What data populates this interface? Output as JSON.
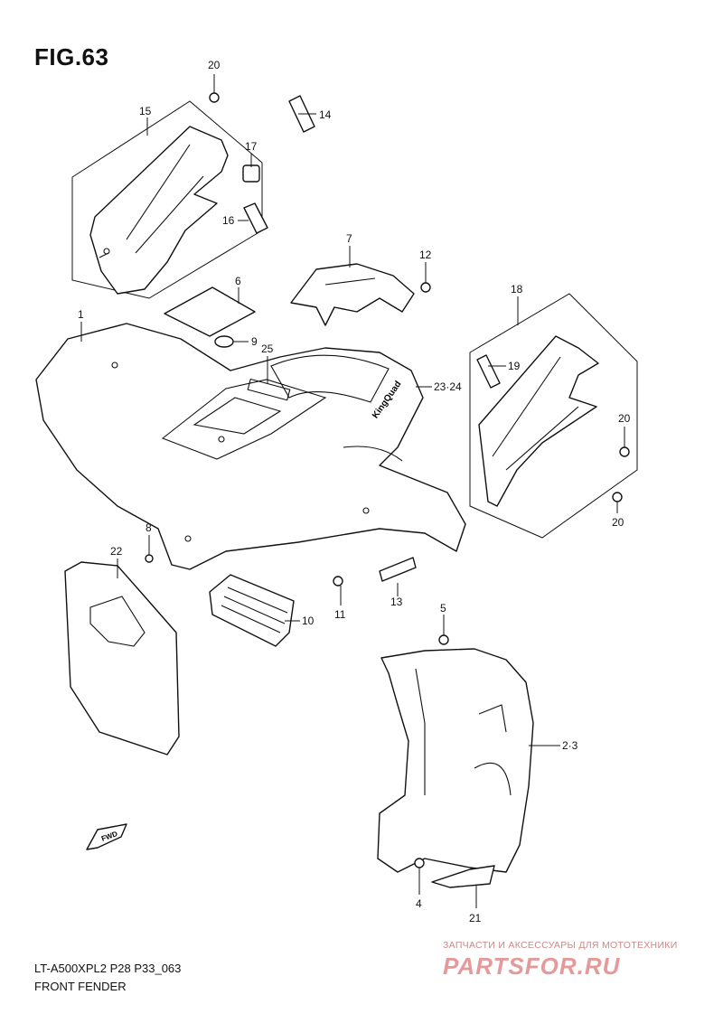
{
  "figure": {
    "title": "FIG.63",
    "model_code": "LT-A500XPL2 P28 P33_063",
    "name": "FRONT FENDER"
  },
  "callouts": [
    "20",
    "15",
    "14",
    "17",
    "16",
    "7",
    "12",
    "6",
    "18",
    "1",
    "9",
    "25",
    "19",
    "23·24",
    "20",
    "20",
    "8",
    "22",
    "11",
    "13",
    "10",
    "5",
    "2·3",
    "4",
    "21"
  ],
  "fwd_label": "FWD",
  "decal_text": "KingQuad",
  "watermark": {
    "tagline": "ЗАПЧАСТИ И АКСЕССУАРЫ ДЛЯ МОТОТЕХНИКИ",
    "logo": "PARTSFOR.RU"
  }
}
